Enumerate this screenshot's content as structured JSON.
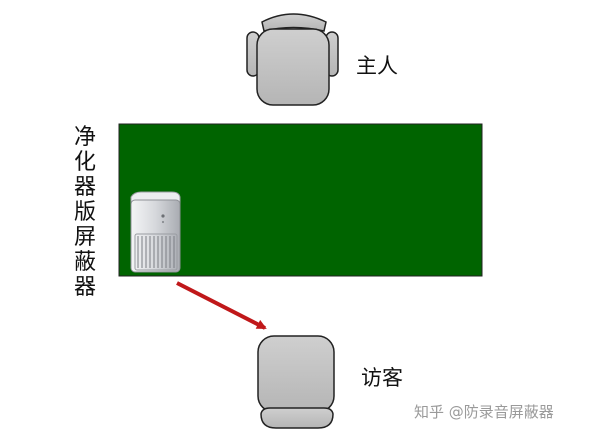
{
  "labels": {
    "host": "主人",
    "guest": "访客",
    "device_vertical": "净化器版屏蔽器"
  },
  "watermark": "知乎 @防录音屏蔽器",
  "colors": {
    "table": "#006400",
    "chair": "#c4c4c4",
    "chair_outline": "#222222",
    "arrow": "#c0181a",
    "device_body": "#d2d4d8",
    "device_top": "#eceef0",
    "device_grille": "#8a8d92"
  }
}
